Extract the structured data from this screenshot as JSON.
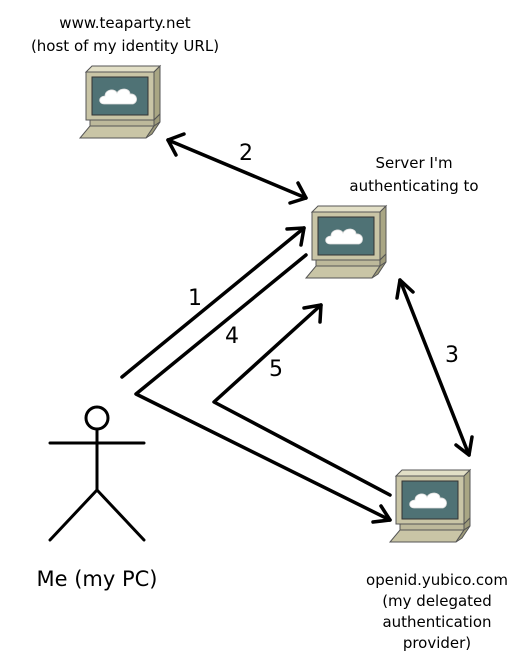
{
  "nodes": {
    "identity_host": {
      "line1": "www.teaparty.net",
      "line2": "(host of my identity URL)"
    },
    "server": {
      "line1": "Server I'm",
      "line2": "authenticating to"
    },
    "provider": {
      "line1": "openid.yubico.com",
      "line2": "(my delegated",
      "line3": "authentication",
      "line4": "provider)"
    },
    "me": {
      "label": "Me (my PC)"
    }
  },
  "steps": [
    "1",
    "2",
    "3",
    "4",
    "5"
  ],
  "colors": {
    "stroke": "#000000",
    "monitor_case": "#c9c5a6",
    "monitor_shade": "#a9a684",
    "screen": "#4f7275",
    "cloud": "#ffffff"
  },
  "icons": [
    "computer-icon",
    "person-icon"
  ]
}
